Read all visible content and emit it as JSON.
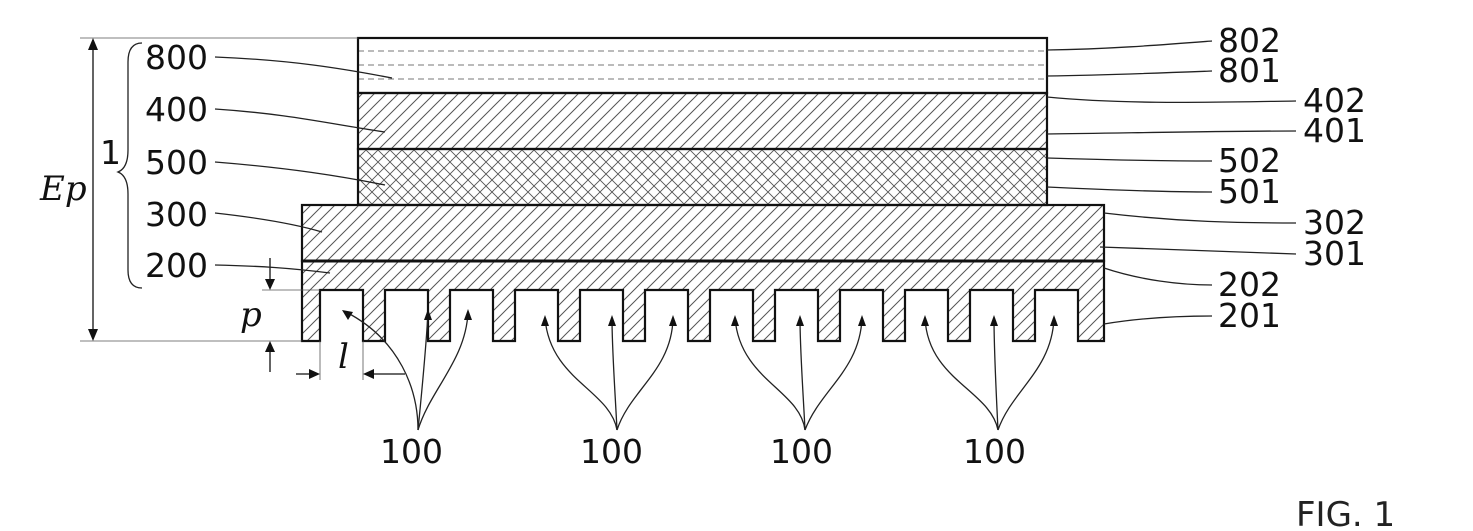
{
  "figure_label": "FIG. 1",
  "stack_label": "1",
  "dimensions": {
    "total_thickness": "Ep",
    "depth": "p",
    "width": "l"
  },
  "left_labels": [
    "800",
    "400",
    "500",
    "300",
    "200"
  ],
  "right_labels": [
    "802",
    "801",
    "402",
    "401",
    "502",
    "501",
    "302",
    "301",
    "202",
    "201"
  ],
  "cavity_labels": [
    "100",
    "100",
    "100",
    "100"
  ],
  "colors": {
    "line": "#111111",
    "background": "#ffffff"
  }
}
